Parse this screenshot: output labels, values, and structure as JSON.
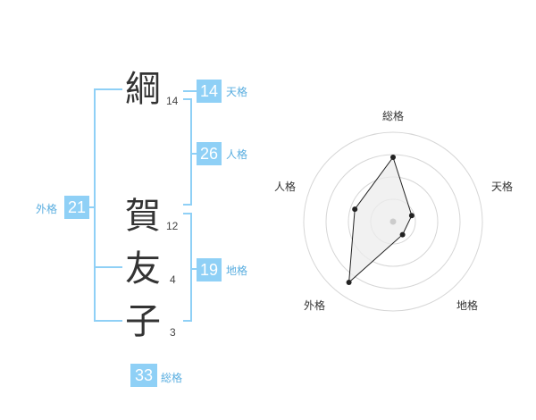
{
  "name": {
    "chars": [
      {
        "char": "綱",
        "strokes": "14"
      },
      {
        "char": "賀",
        "strokes": "12"
      },
      {
        "char": "友",
        "strokes": "4"
      },
      {
        "char": "子",
        "strokes": "3"
      }
    ]
  },
  "fortune": {
    "tenkaku": {
      "label": "天格",
      "value": "14"
    },
    "jinkaku": {
      "label": "人格",
      "value": "26"
    },
    "chikaku": {
      "label": "地格",
      "value": "19"
    },
    "gaikaku": {
      "label": "外格",
      "value": "21"
    },
    "soukaku": {
      "label": "総格",
      "value": "33"
    }
  },
  "radar": {
    "axes": [
      "総格",
      "天格",
      "地格",
      "外格",
      "人格"
    ],
    "rings": 4,
    "values": [
      0.72,
      0.22,
      0.18,
      0.84,
      0.45
    ],
    "colors": {
      "fill": "#ececec",
      "stroke": "#222222",
      "grid": "#d6d6d6",
      "point": "#222222"
    }
  }
}
